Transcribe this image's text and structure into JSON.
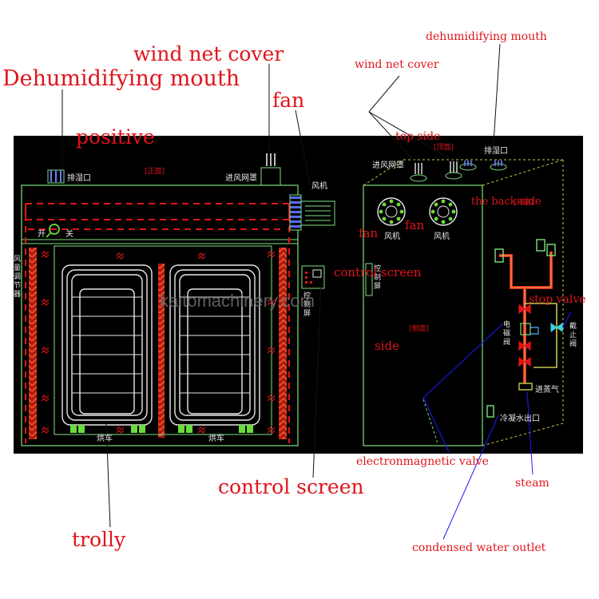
{
  "annotations": {
    "dehumidifying_mouth_left": "Dehumidifying mouth",
    "wind_net_cover_left": "wind net cover",
    "fan_left": "fan",
    "positive": "positive",
    "control_screen_mid": "control screen",
    "control_screen_bottom": "control screen",
    "trolly": "trolly",
    "dehumidifying_mouth_right": "dehumidifying mouth",
    "wind_net_cover_right": "wind net cover",
    "top_side": "top side",
    "the_back_side": "the back side",
    "fan_right": "fan",
    "stop_valve": "stop valve",
    "side": "side",
    "electromagnetic_valve": "electronmagnetic valve",
    "steam": "steam",
    "condensed_water_outlet": "condensed water outlet"
  },
  "drawing_labels": {
    "paishikou_left": "排湿口",
    "zhengmian": "[正面]",
    "jinfeng_left": "进风网罩",
    "fengji_top": "风机",
    "kai": "开",
    "guan": "关",
    "airflow_regulator": [
      "风",
      "量",
      "调",
      "节",
      "器"
    ],
    "control_screen_cn": [
      "控",
      "制",
      "屏"
    ],
    "trolley_1": "烘车",
    "trolley_2": "烘车",
    "dingmian": "[顶面]",
    "paishikou_right": "排湿口",
    "jinfeng_right": "进风网罩",
    "beimian": "[背面]",
    "fengji_1": "风机",
    "fengji_2": "风机",
    "control_screen_cn_right": [
      "控",
      "制",
      "屏"
    ],
    "cemian": "[侧面]",
    "solenoid_valve": [
      "电",
      "磁",
      "阀"
    ],
    "stop_valve_cn": [
      "截",
      "止",
      "阀"
    ],
    "steam_inlet": "进蒸气",
    "condensate_outlet": "冷凝水出口"
  },
  "watermark": "kaitomachinery.com",
  "colors": {
    "panel": "#000000",
    "outline": "#7ee07e",
    "annotation": "#e0141b",
    "pointer": "#1a1aff",
    "heater": "#d83018",
    "fan_blue": "#5a6cf0"
  }
}
